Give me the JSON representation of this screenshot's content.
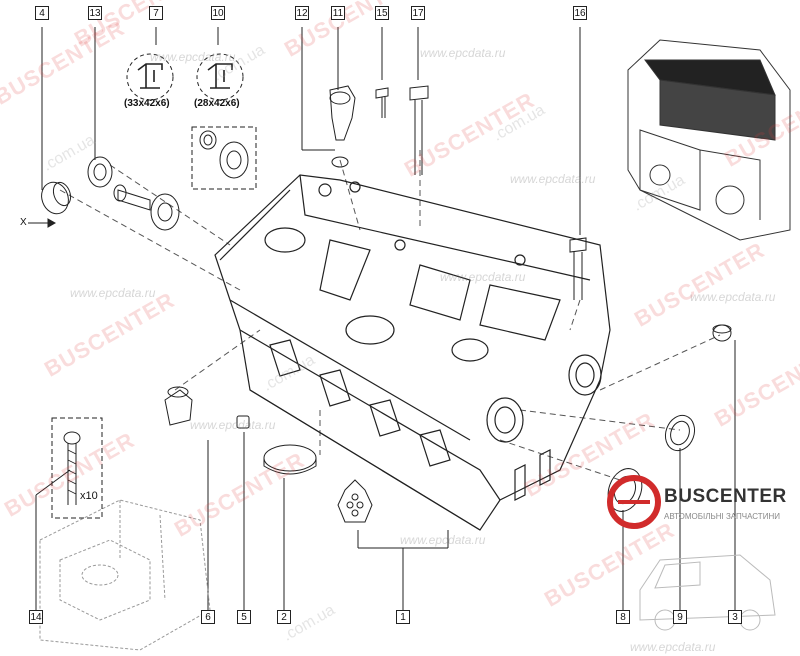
{
  "callouts": {
    "c4": "4",
    "c13": "13",
    "c7": "7",
    "c10": "10",
    "c12": "12",
    "c11": "11",
    "c15": "15",
    "c17": "17",
    "c16": "16",
    "c14": "14",
    "c6": "6",
    "c5": "5",
    "c2": "2",
    "c1": "1",
    "c8": "8",
    "c9": "9",
    "c3": "3"
  },
  "dimensions": {
    "seal_7": "(33x42x6)",
    "seal_10": "(28x42x6)"
  },
  "axis_label": "X",
  "quantity_label": "x10",
  "watermarks": {
    "bus": "BUSCENTER",
    "domain_site": "www.epcdata.ru",
    "domain_ua": ".com.ua"
  },
  "logo": {
    "title": "BUSCENTER",
    "subtitle": "АВТОМОБІЛЬНІ ЗАПЧАСТИНИ",
    "accent_color": "#d12b2b"
  },
  "colors": {
    "line": "#222222",
    "watermark_red": "#dc3c3c"
  }
}
